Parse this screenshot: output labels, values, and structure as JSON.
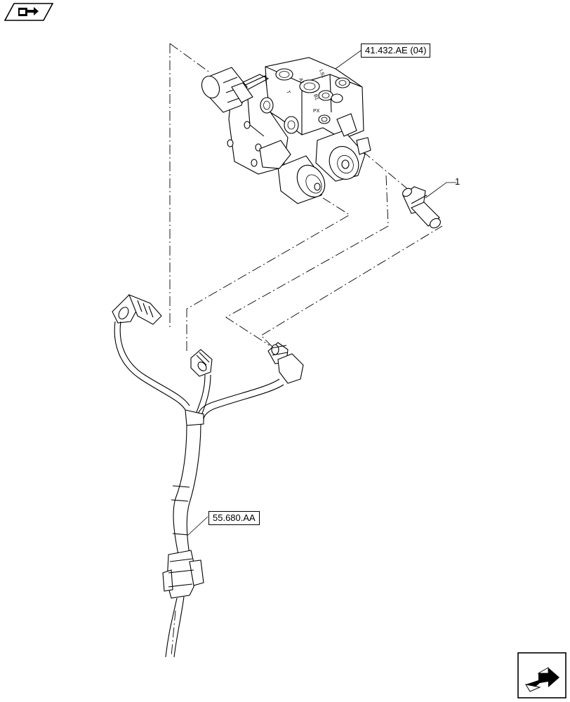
{
  "callouts": {
    "valve_ref": "41.432.AE (04)",
    "harness_ref": "55.680.AA",
    "item_number": "1"
  },
  "icons": {
    "top_left": "book-arrow-icon",
    "bottom_right": "next-page-arrow-icon"
  }
}
